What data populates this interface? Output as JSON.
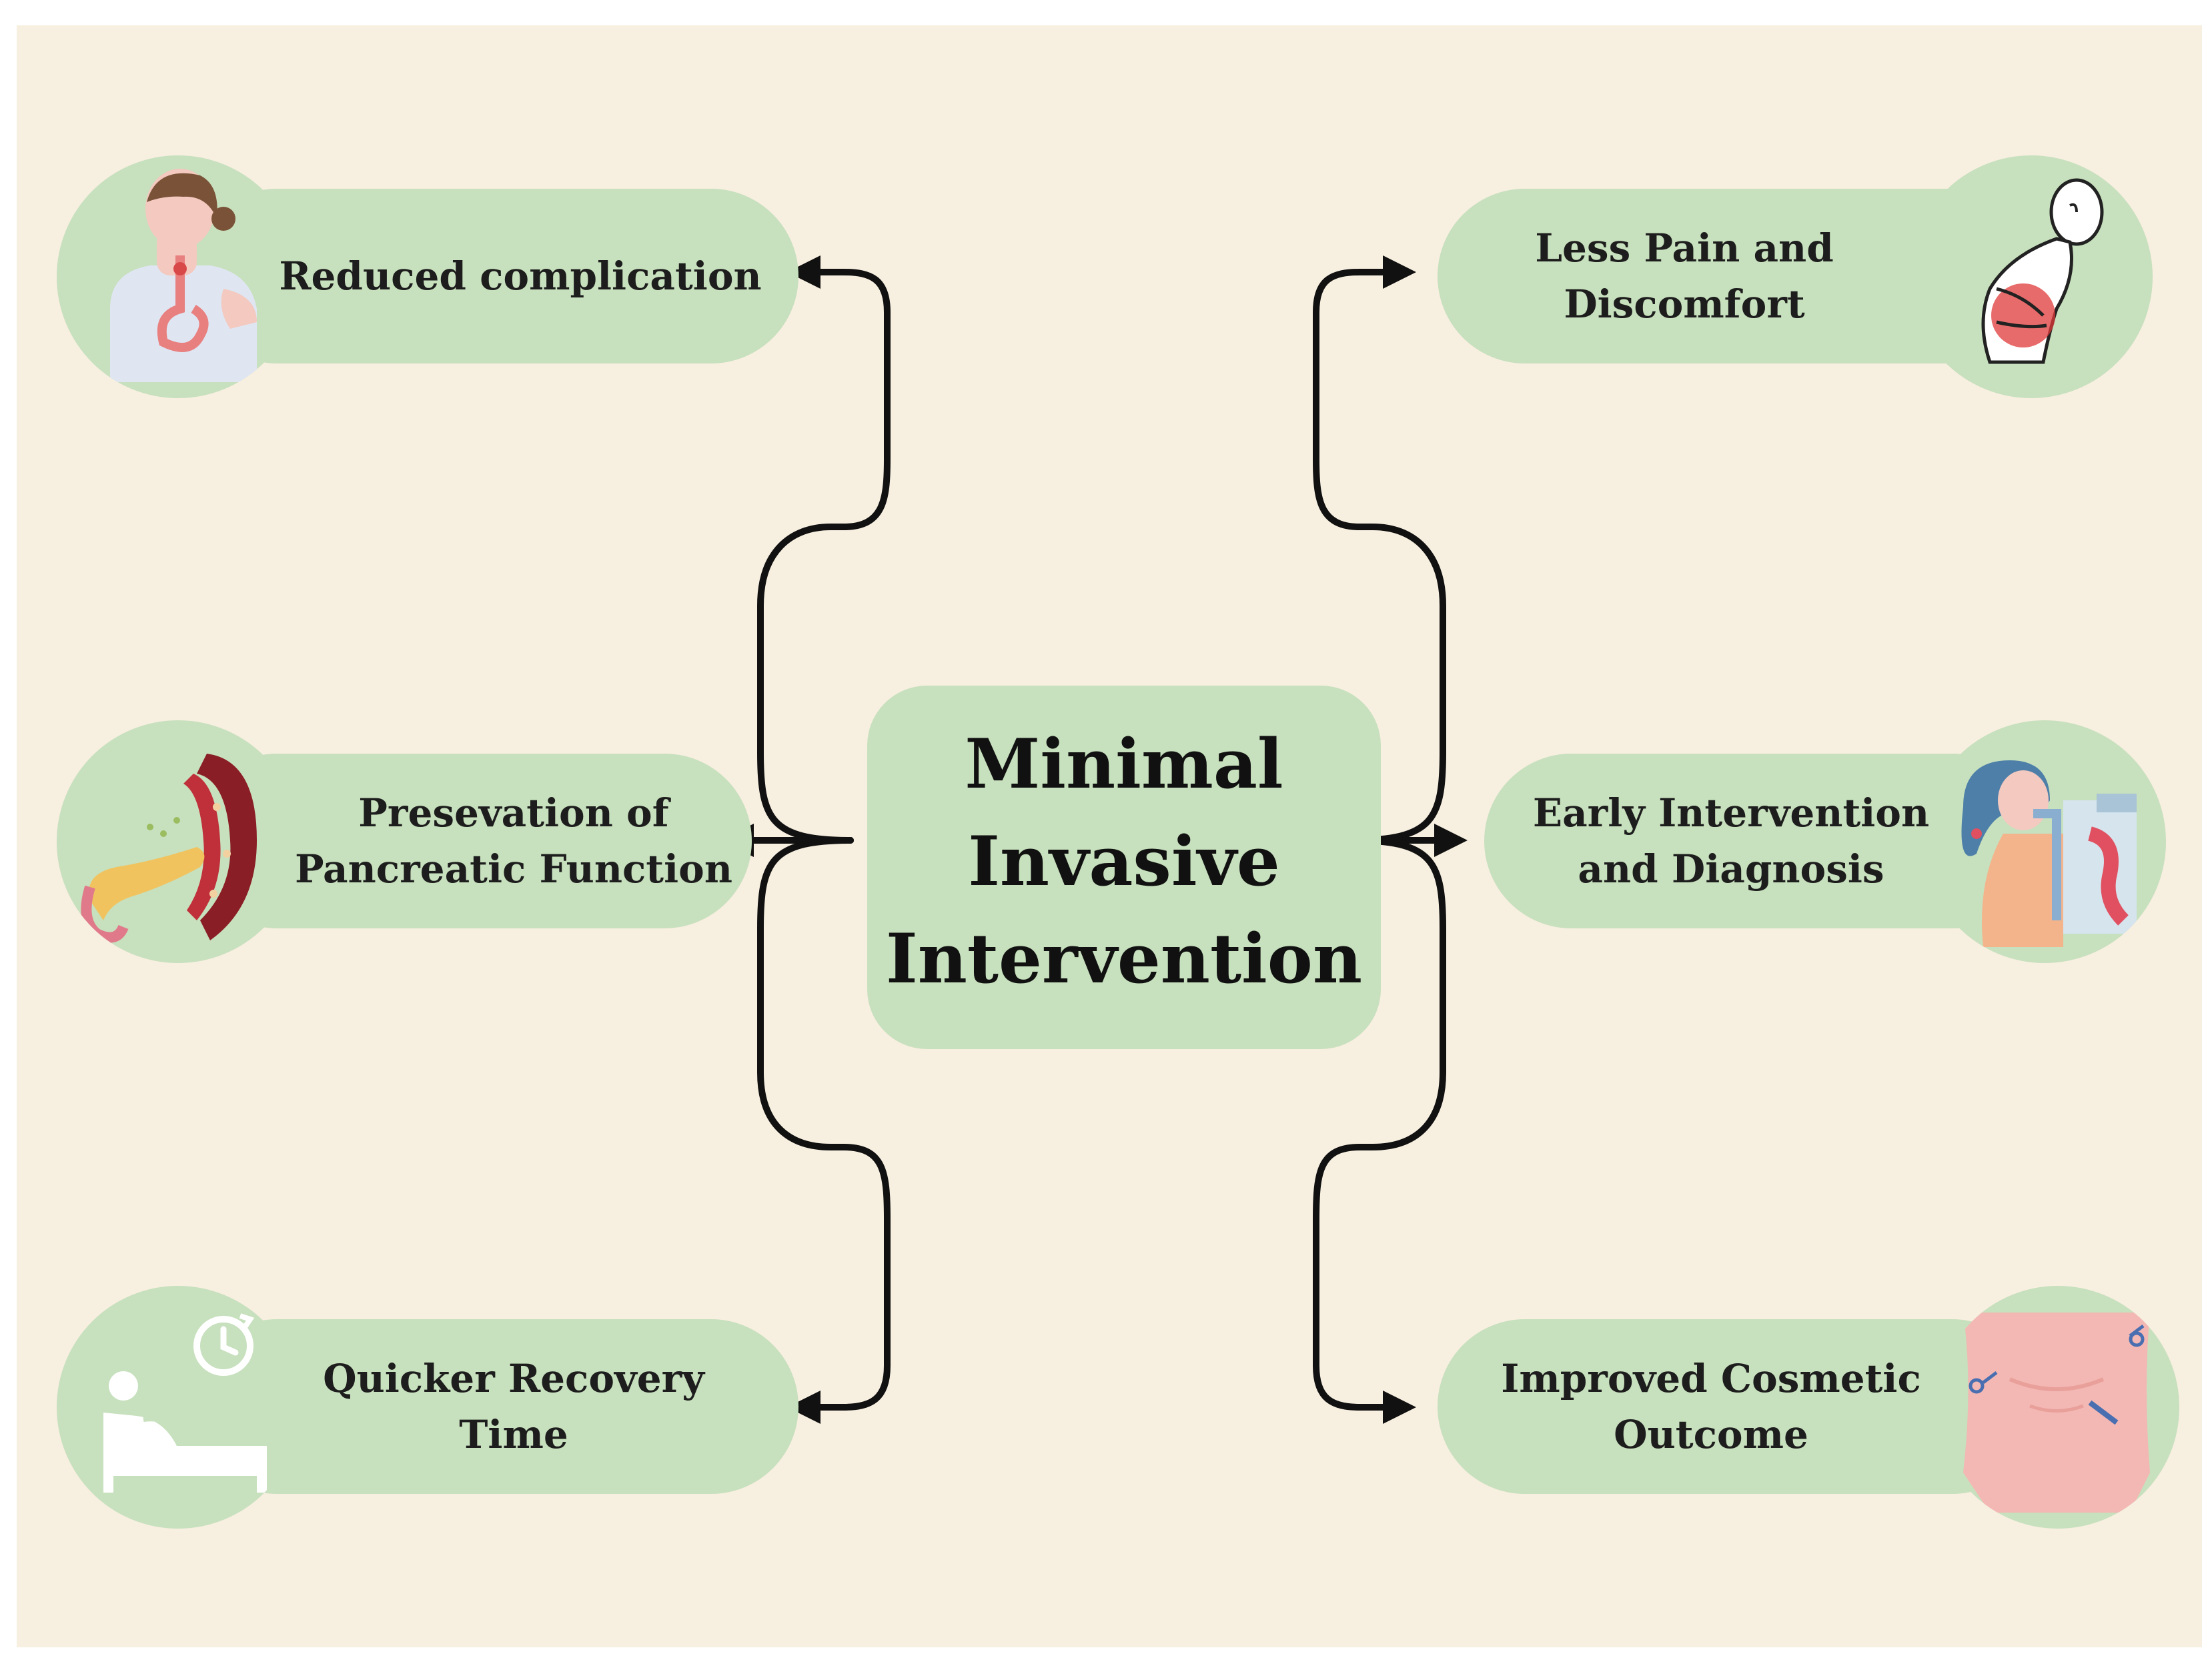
{
  "center": {
    "line1": "Minimal",
    "line2": "Invasive",
    "line3": "Intervention"
  },
  "benefits": {
    "reduced_complication": {
      "line1": "Reduced complication",
      "icon": "patient-stomach-icon"
    },
    "preservation": {
      "line1": "Presevation of",
      "line2": "Pancreatic Function",
      "icon": "pancreas-icon"
    },
    "quicker_recovery": {
      "line1": "Quicker Recovery",
      "line2": "Time",
      "icon": "bed-rest-icon"
    },
    "less_pain": {
      "line1": "Less Pain and",
      "line2": "Discomfort",
      "icon": "abdominal-pain-icon"
    },
    "early_intervention": {
      "line1": "Early Intervention",
      "line2": "and Diagnosis",
      "icon": "endoscopy-icon"
    },
    "cosmetic": {
      "line1": "Improved Cosmetic",
      "line2": "Outcome",
      "icon": "abdomen-scar-icon"
    }
  },
  "colors": {
    "background": "#f7efe0",
    "node_fill": "#c7e0bd",
    "connector": "#111111"
  }
}
